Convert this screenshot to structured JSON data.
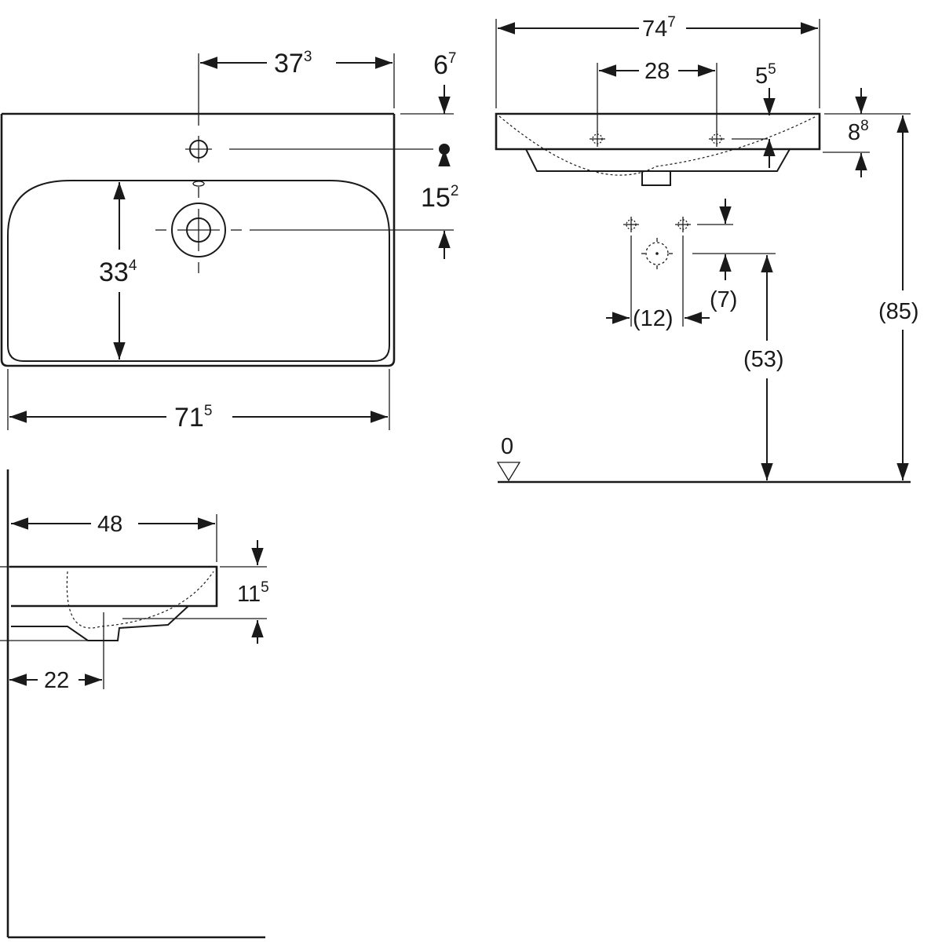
{
  "top_view": {
    "dim_width": {
      "main": "71",
      "sup": "5"
    },
    "dim_tap_offset": {
      "main": "37",
      "sup": "3"
    },
    "dim_tap_edge": {
      "main": "6",
      "sup": "7"
    },
    "dim_drain_edge": {
      "main": "15",
      "sup": "2"
    },
    "dim_bowl_depth": {
      "main": "33",
      "sup": "4"
    }
  },
  "front_view": {
    "dim_overall_width": {
      "main": "74",
      "sup": "7"
    },
    "dim_bracket_spacing": {
      "main": "28",
      "sup": ""
    },
    "dim_bracket_drop": {
      "main": "5",
      "sup": "5"
    },
    "dim_rim_height": {
      "main": "8",
      "sup": "8"
    },
    "dim_rim_floor": "(85)",
    "dim_drain_floor": "(53)",
    "dim_supply_spacing": "(12)",
    "dim_supply_drop": "(7)",
    "floor_datum": "0"
  },
  "side_view": {
    "dim_projection": {
      "main": "48",
      "sup": ""
    },
    "dim_height": {
      "main": "11",
      "sup": "5"
    },
    "dim_drain_offset": {
      "main": "22",
      "sup": ""
    }
  }
}
